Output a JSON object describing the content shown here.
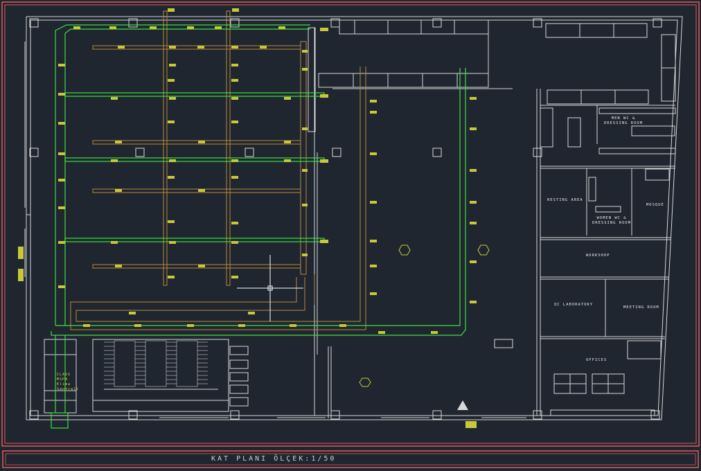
{
  "title": "KAT PLANI ÖLÇEK:1/50",
  "rooms": {
    "men_wc": "MEN WC &\nDRESSING ROOM",
    "resting_area": "RESTING AREA",
    "women_wc": "WOMEN WC &\nDRESSING ROOM",
    "mosque": "MOSQUE",
    "workshop": "WORKSHOP",
    "qc_laboratory": "QC LABORATORY",
    "meeting_room": "MEETING ROOM",
    "offices": "OFFICES"
  },
  "equipment_label": "CLASS\nMSPA\nKlima\nSantrali",
  "colors": {
    "background": "#1f2630",
    "wall": "#d8d8d8",
    "frame": "#e05a5a",
    "duct_green": "#3ee03e",
    "duct_brown": "#b88a3a",
    "tag_yellow": "#c8c83a"
  }
}
